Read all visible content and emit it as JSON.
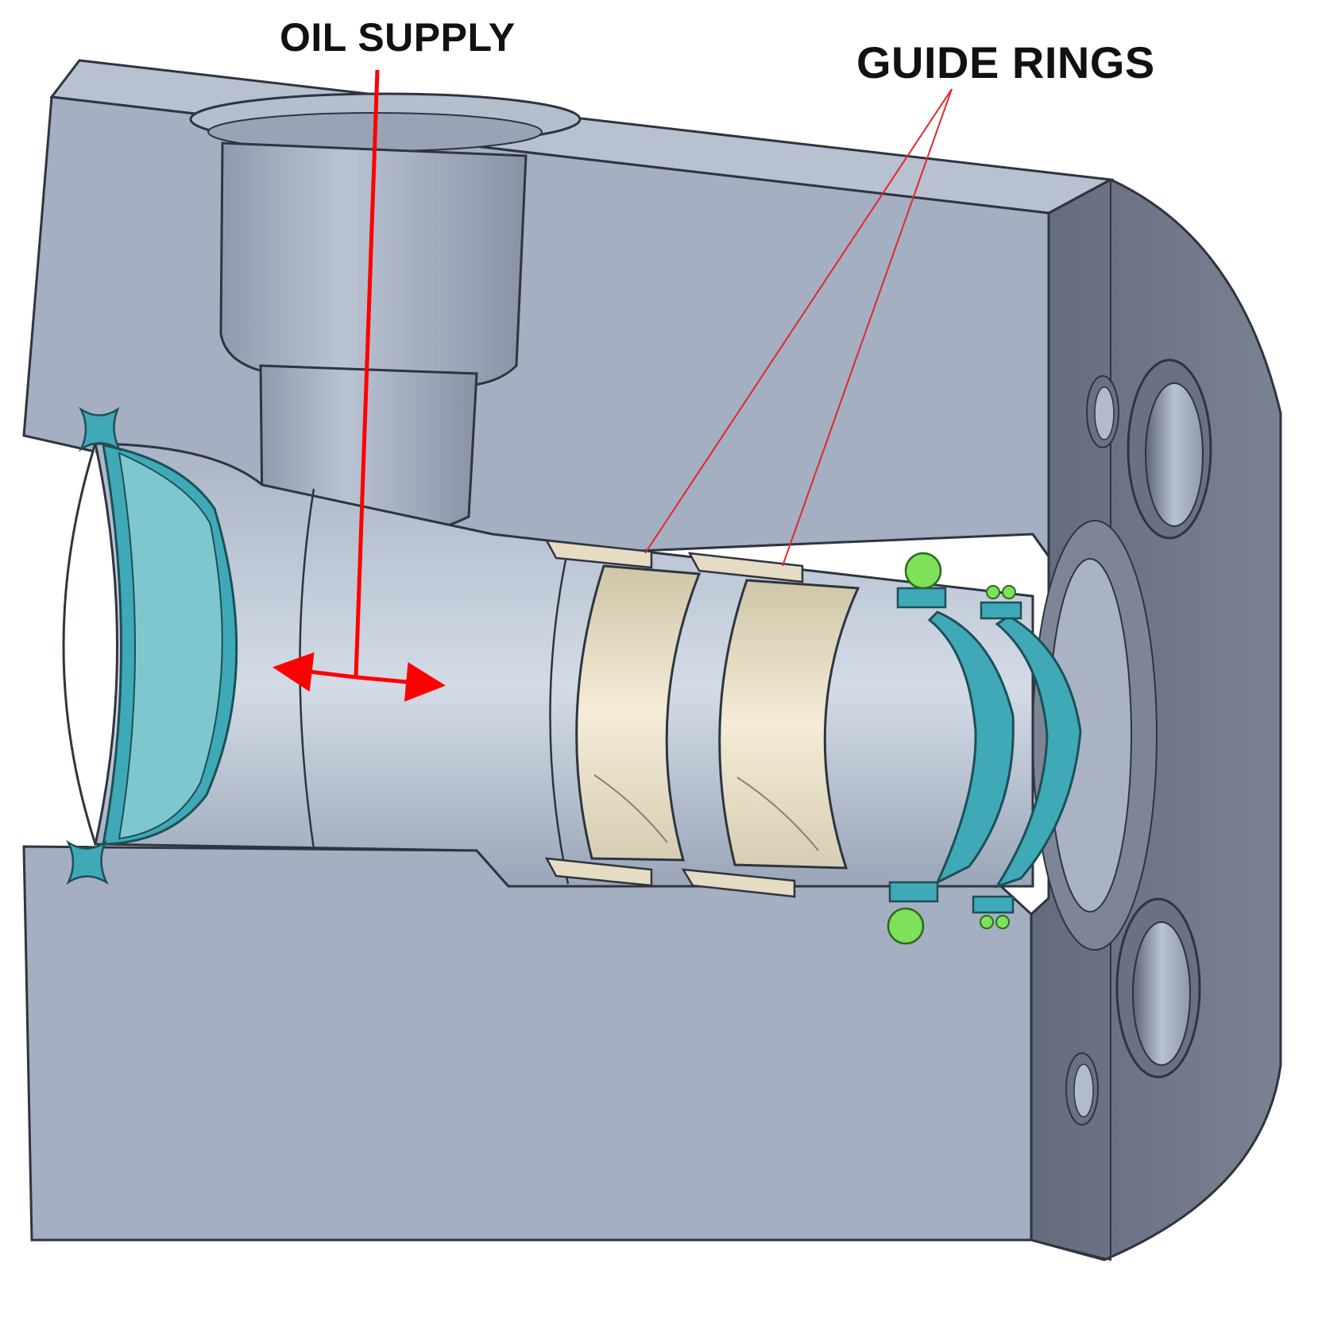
{
  "labels": {
    "oil_supply": "OIL SUPPLY",
    "guide_rings": "GUIDE RINGS"
  },
  "colors": {
    "background": "#ffffff",
    "body": "#a4afc1",
    "body_top": "#b7c1d0",
    "body_dark": "#7c8799",
    "flange": "#6f7688",
    "bore": "#c6cfdc",
    "seal": "#3fa9b7",
    "o_ring": "#7fe05a",
    "guide_ring": "#e6dcc3",
    "annotation": "#ff0000",
    "leader": "#e0282e"
  },
  "parts": [
    {
      "name": "housing",
      "icon": "cutaway-housing"
    },
    {
      "name": "flange",
      "icon": "flange-with-bolt-holes"
    },
    {
      "name": "oil-port",
      "icon": "threaded-port"
    },
    {
      "name": "wiper-seal",
      "icon": "x-ring-seal"
    },
    {
      "name": "guide-ring-1",
      "icon": "guide-ring"
    },
    {
      "name": "guide-ring-2",
      "icon": "guide-ring"
    },
    {
      "name": "rod-seal",
      "icon": "rod-seal"
    },
    {
      "name": "o-ring",
      "icon": "o-ring"
    }
  ]
}
